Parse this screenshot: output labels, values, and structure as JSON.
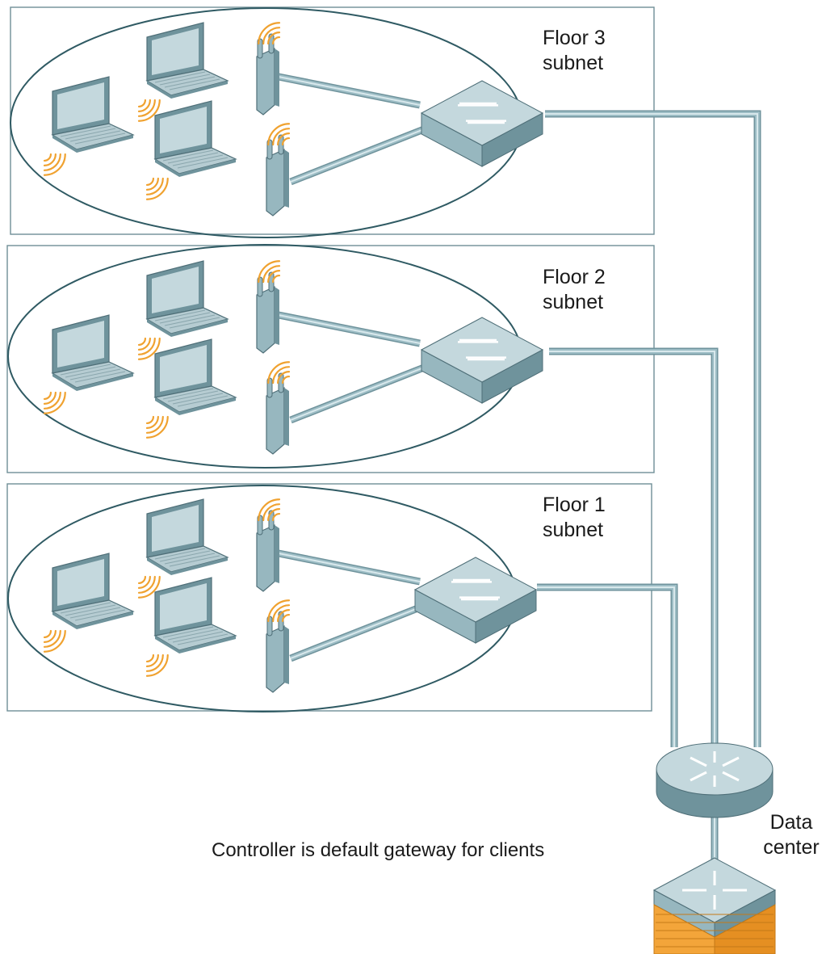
{
  "floors": [
    {
      "line1": "Floor 3",
      "line2": "subnet"
    },
    {
      "line1": "Floor 2",
      "line2": "subnet"
    },
    {
      "line1": "Floor 1",
      "line2": "subnet"
    }
  ],
  "caption": "Controller is default gateway for clients",
  "data_center": {
    "line1": "Data",
    "line2": "center"
  },
  "colors": {
    "panel_border": "#6f8f96",
    "ellipse_stroke": "#2f5a63",
    "device_light": "#c4d8dd",
    "device_mid": "#97b7bf",
    "device_dark": "#6f939c",
    "cable": "#9dbdc5",
    "wifi": "#f0a230",
    "firewall": "#f3a53a"
  }
}
